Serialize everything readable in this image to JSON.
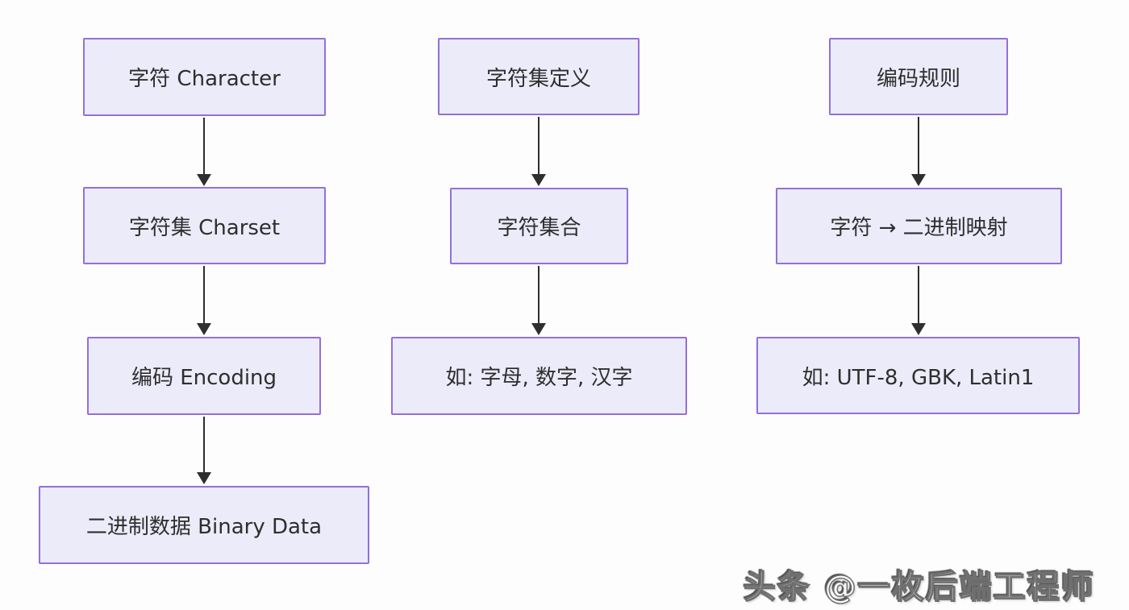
{
  "diagram": {
    "columns": [
      {
        "id": "character-to-binary-flow",
        "nodes": [
          {
            "label": "字符 Character"
          },
          {
            "label": "字符集 Charset"
          },
          {
            "label": "编码 Encoding"
          },
          {
            "label": "二进制数据 Binary Data"
          }
        ]
      },
      {
        "id": "charset-definition-flow",
        "nodes": [
          {
            "label": "字符集定义"
          },
          {
            "label": "字符集合"
          },
          {
            "label": "如: 字母, 数字, 汉字"
          }
        ]
      },
      {
        "id": "encoding-rules-flow",
        "nodes": [
          {
            "label": "编码规则"
          },
          {
            "label": "字符 → 二进制映射"
          },
          {
            "label": "如: UTF-8, GBK, Latin1"
          }
        ]
      }
    ],
    "colors": {
      "node_fill": "#ECEBFA",
      "node_border": "#9370DB",
      "arrow": "#2e2e2e",
      "text": "#2e2e2e",
      "background": "#fdfdfd"
    }
  },
  "watermark": {
    "text": "头条 @一枚后端工程师"
  }
}
